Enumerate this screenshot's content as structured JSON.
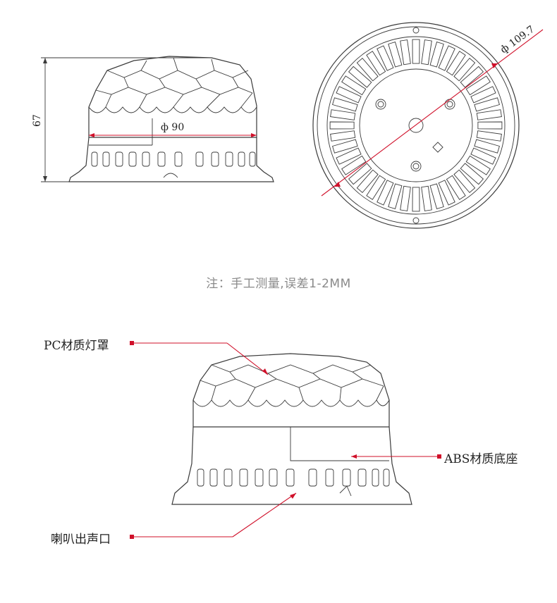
{
  "dimensions": {
    "height_label": "67",
    "base_diameter_label": "ф 90",
    "top_diameter_label": "ф 109.7"
  },
  "note": "注：手工测量,误差1-2MM",
  "callouts": {
    "pc_cover": "PC材质灯罩",
    "abs_base": "ABS材质底座",
    "speaker": "喇叭出声口"
  },
  "colors": {
    "dimension_line": "#d0102a",
    "outline": "#3a3a3a",
    "note_text": "#8a8a8a"
  }
}
